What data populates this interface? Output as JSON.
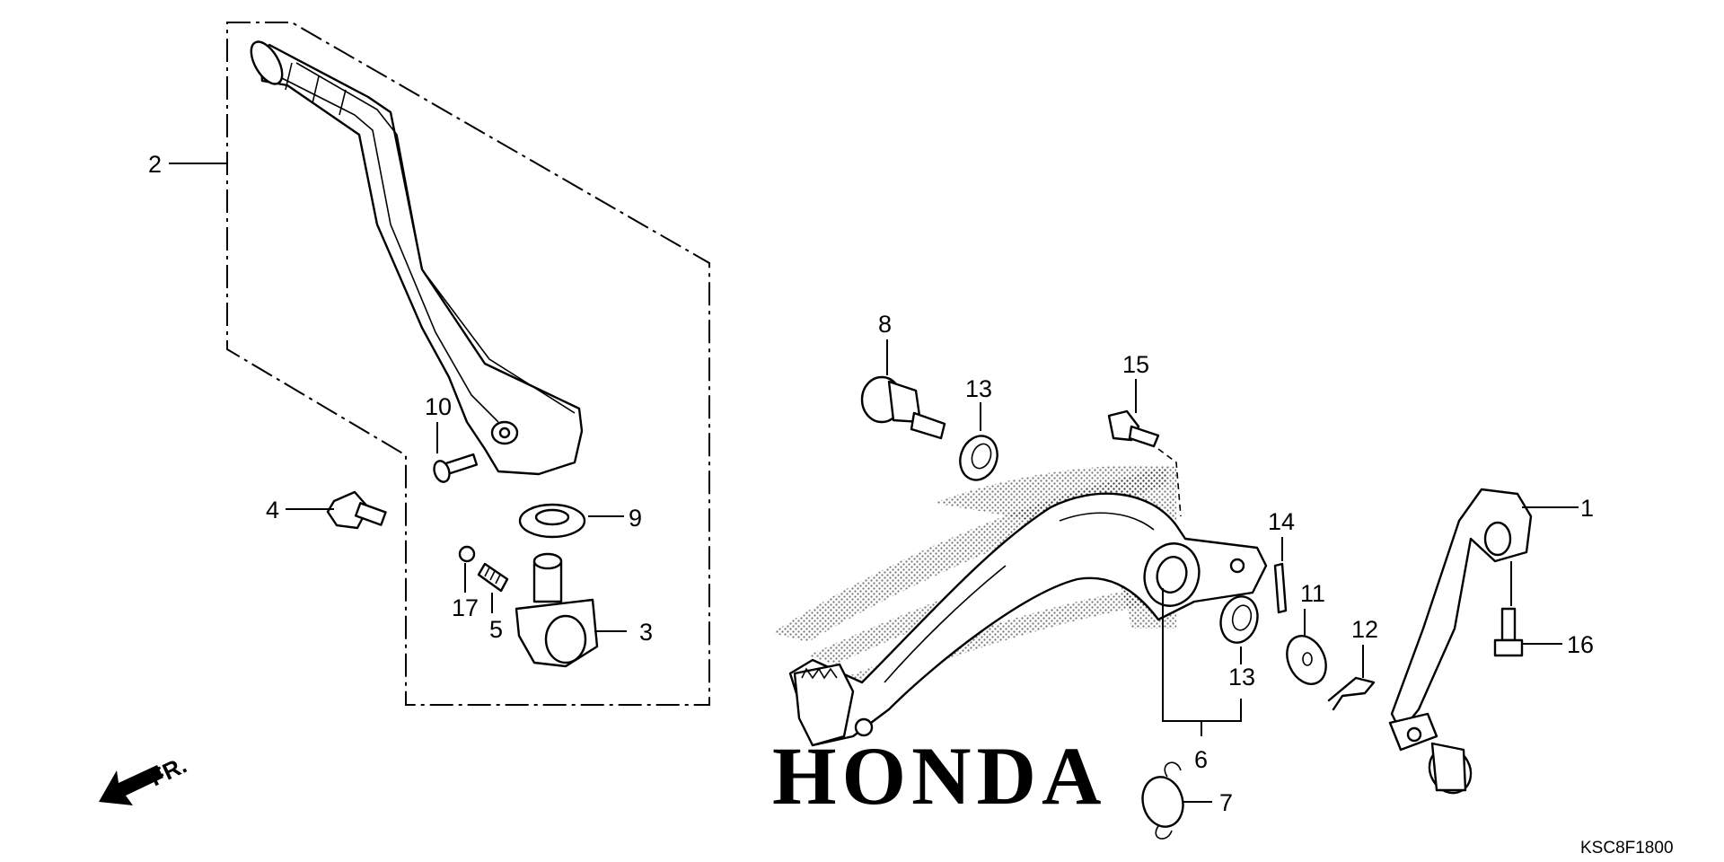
{
  "diagram": {
    "labels": {
      "p1": "1",
      "p2": "2",
      "p3": "3",
      "p4": "4",
      "p5": "5",
      "p6": "6",
      "p7": "7",
      "p8": "8",
      "p9": "9",
      "p10": "10",
      "p11": "11",
      "p12": "12",
      "p13a": "13",
      "p13b": "13",
      "p14": "14",
      "p15": "15",
      "p16": "16",
      "p17": "17"
    },
    "front_indicator": "FR.",
    "diagram_code": "KSC8F1800",
    "watermark": "HONDA"
  }
}
